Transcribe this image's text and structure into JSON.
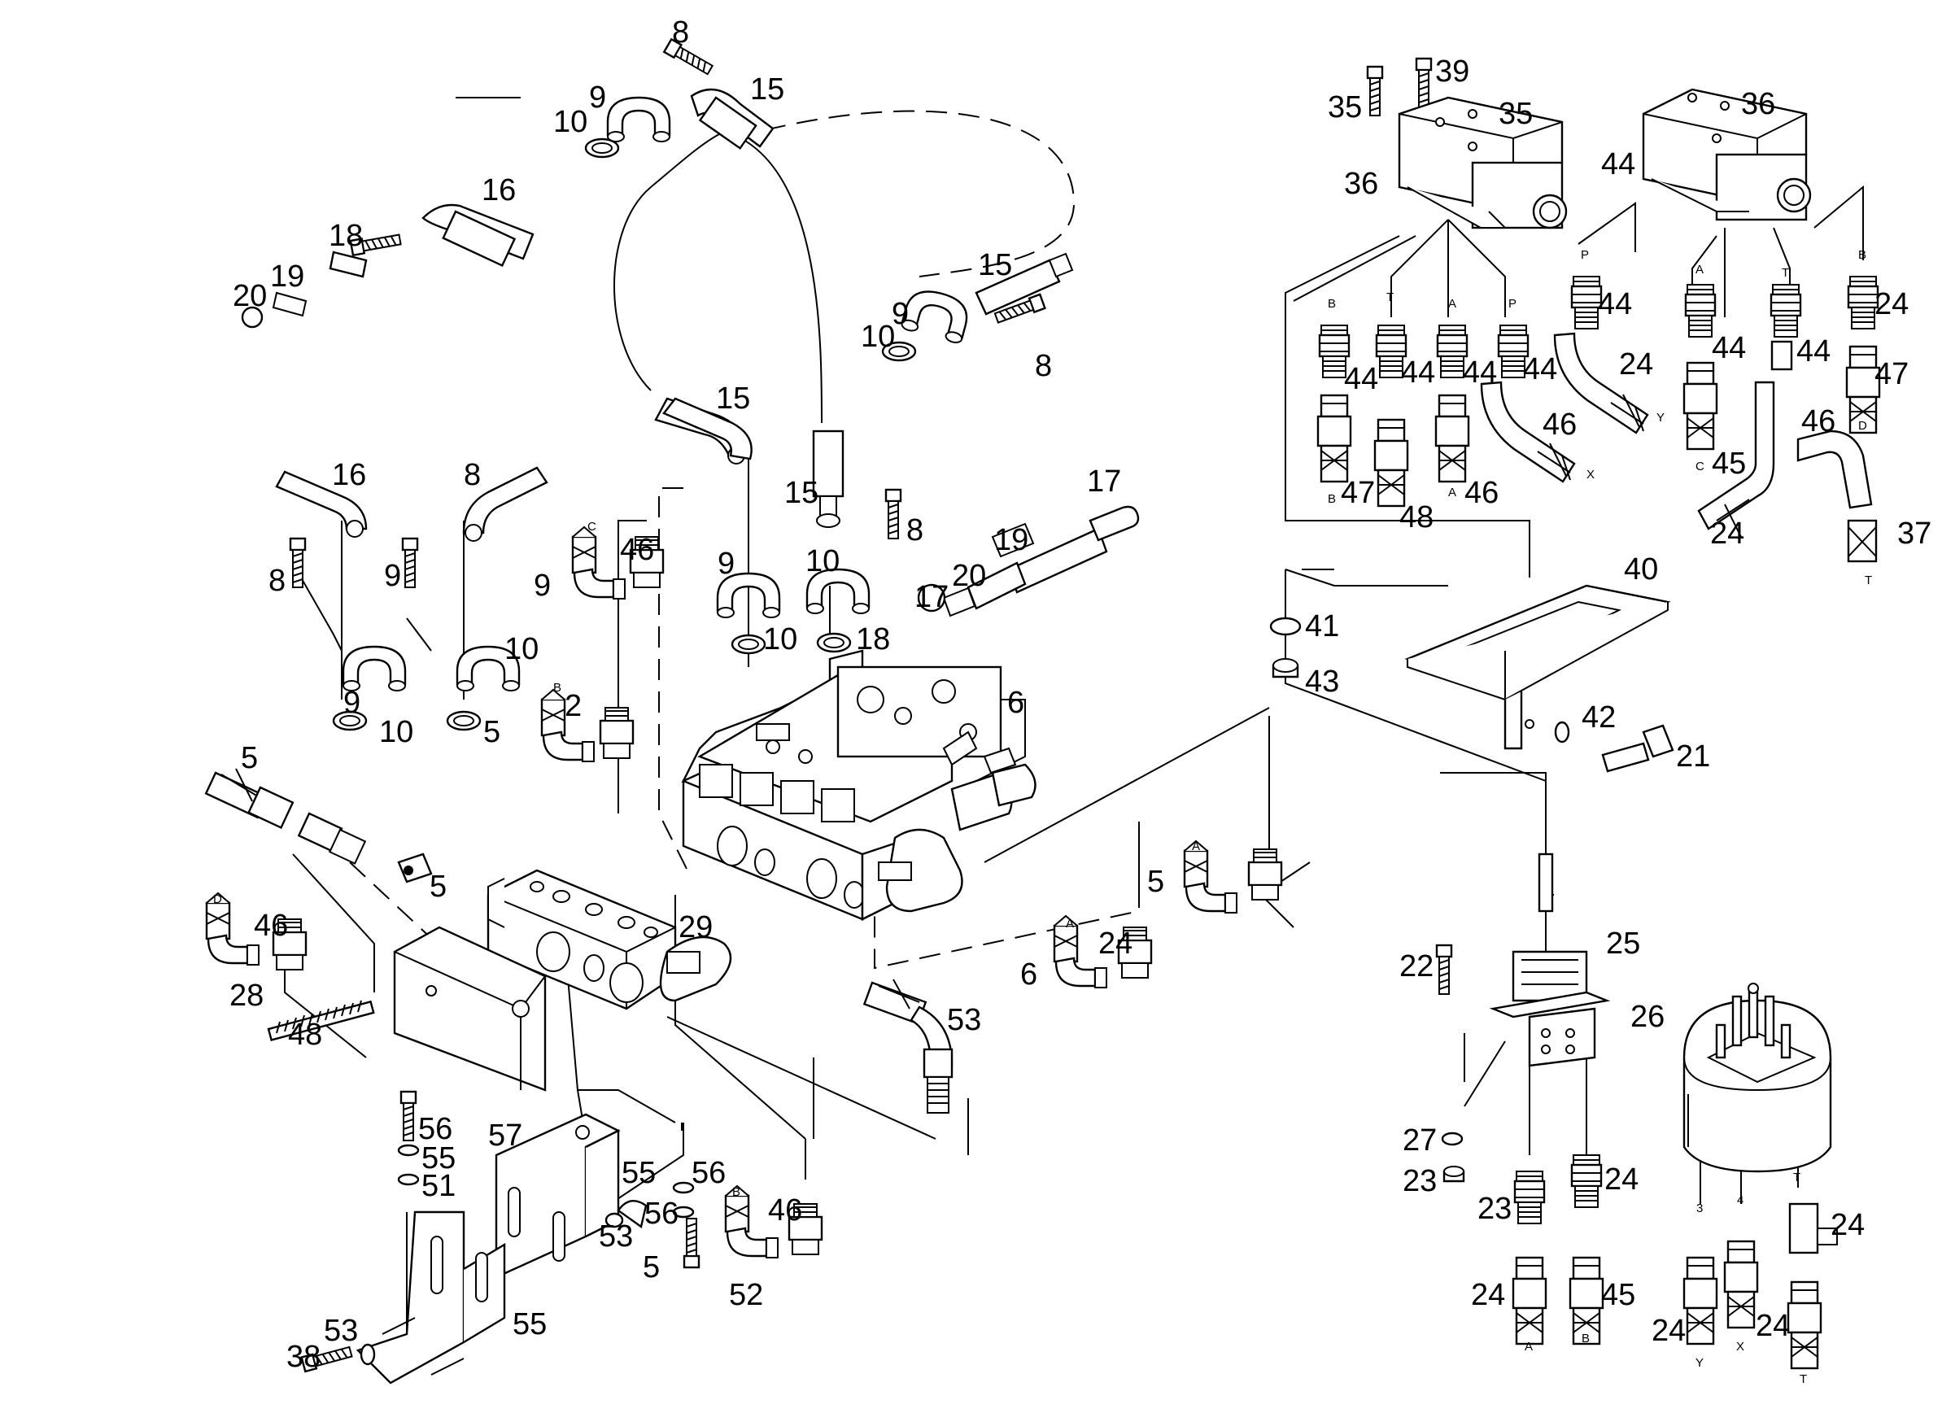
{
  "drawing": {
    "labels": [
      {
        "id": "l-8a",
        "text": "8"
      },
      {
        "id": "l-15a",
        "text": "15"
      },
      {
        "id": "l-9a",
        "text": "9"
      },
      {
        "id": "l-10a",
        "text": "10"
      },
      {
        "id": "l-16a",
        "text": "16"
      },
      {
        "id": "l-18a",
        "text": "18"
      },
      {
        "id": "l-19a",
        "text": "19"
      },
      {
        "id": "l-20a",
        "text": "20"
      },
      {
        "id": "l-15b",
        "text": "15"
      },
      {
        "id": "l-9b",
        "text": "9"
      },
      {
        "id": "l-10b",
        "text": "10"
      },
      {
        "id": "l-8b",
        "text": "8"
      },
      {
        "id": "l-15c",
        "text": "15"
      },
      {
        "id": "l-15d",
        "text": "15"
      },
      {
        "id": "l-8c",
        "text": "8"
      },
      {
        "id": "l-17a",
        "text": "17"
      },
      {
        "id": "l-16b",
        "text": "16"
      },
      {
        "id": "l-8d",
        "text": "8"
      },
      {
        "id": "l-8e",
        "text": "8"
      },
      {
        "id": "l-9c",
        "text": "9"
      },
      {
        "id": "l-9d",
        "text": "9"
      },
      {
        "id": "l-10c",
        "text": "10"
      },
      {
        "id": "l-10d",
        "text": "10"
      },
      {
        "id": "l-5a",
        "text": "5"
      },
      {
        "id": "l-46a",
        "text": "46"
      },
      {
        "id": "l-9e",
        "text": "9"
      },
      {
        "id": "l-9f",
        "text": "9"
      },
      {
        "id": "l-10e",
        "text": "10"
      },
      {
        "id": "l-10f",
        "text": "10"
      },
      {
        "id": "l-18b",
        "text": "18"
      },
      {
        "id": "l-19b",
        "text": "19"
      },
      {
        "id": "l-20b",
        "text": "20"
      },
      {
        "id": "l-17b",
        "text": "17"
      },
      {
        "id": "l-24a",
        "text": "24"
      },
      {
        "id": "l-2",
        "text": "2"
      },
      {
        "id": "l-6a",
        "text": "6"
      },
      {
        "id": "l-5b",
        "text": "5"
      },
      {
        "id": "l-5c",
        "text": "5"
      },
      {
        "id": "l-46b",
        "text": "46"
      },
      {
        "id": "l-28",
        "text": "28"
      },
      {
        "id": "l-29",
        "text": "29"
      },
      {
        "id": "l-48a",
        "text": "48"
      },
      {
        "id": "l-5d",
        "text": "5"
      },
      {
        "id": "l-24b",
        "text": "24"
      },
      {
        "id": "l-6b",
        "text": "6"
      },
      {
        "id": "l-53a",
        "text": "53"
      },
      {
        "id": "l-56a",
        "text": "56"
      },
      {
        "id": "l-55a",
        "text": "55"
      },
      {
        "id": "l-51",
        "text": "51"
      },
      {
        "id": "l-57",
        "text": "57"
      },
      {
        "id": "l-55b",
        "text": "55"
      },
      {
        "id": "l-56b",
        "text": "56"
      },
      {
        "id": "l-56c",
        "text": "56"
      },
      {
        "id": "l-53b",
        "text": "53"
      },
      {
        "id": "l-5e",
        "text": "5"
      },
      {
        "id": "l-46c",
        "text": "46"
      },
      {
        "id": "l-52",
        "text": "52"
      },
      {
        "id": "l-55c",
        "text": "55"
      },
      {
        "id": "l-53c",
        "text": "53"
      },
      {
        "id": "l-38",
        "text": "38"
      },
      {
        "id": "l-39",
        "text": "39"
      },
      {
        "id": "l-35a",
        "text": "35"
      },
      {
        "id": "l-35b",
        "text": "35"
      },
      {
        "id": "l-36a",
        "text": "36"
      },
      {
        "id": "l-36b",
        "text": "36"
      },
      {
        "id": "l-44a",
        "text": "44"
      },
      {
        "id": "l-44b",
        "text": "44"
      },
      {
        "id": "l-44c",
        "text": "44"
      },
      {
        "id": "l-44d",
        "text": "44"
      },
      {
        "id": "l-44e",
        "text": "44"
      },
      {
        "id": "l-44f",
        "text": "44"
      },
      {
        "id": "l-44g",
        "text": "44"
      },
      {
        "id": "l-44h",
        "text": "44"
      },
      {
        "id": "l-24c",
        "text": "24"
      },
      {
        "id": "l-24d",
        "text": "24"
      },
      {
        "id": "l-46d",
        "text": "46"
      },
      {
        "id": "l-47a",
        "text": "47"
      },
      {
        "id": "l-48b",
        "text": "48"
      },
      {
        "id": "l-46e",
        "text": "46"
      },
      {
        "id": "l-45a",
        "text": "45"
      },
      {
        "id": "l-46f",
        "text": "46"
      },
      {
        "id": "l-47b",
        "text": "47"
      },
      {
        "id": "l-24e",
        "text": "24"
      },
      {
        "id": "l-37",
        "text": "37"
      },
      {
        "id": "l-40",
        "text": "40"
      },
      {
        "id": "l-41",
        "text": "41"
      },
      {
        "id": "l-43",
        "text": "43"
      },
      {
        "id": "l-42",
        "text": "42"
      },
      {
        "id": "l-21",
        "text": "21"
      },
      {
        "id": "l-25",
        "text": "25"
      },
      {
        "id": "l-22",
        "text": "22"
      },
      {
        "id": "l-26",
        "text": "26"
      },
      {
        "id": "l-27",
        "text": "27"
      },
      {
        "id": "l-23a",
        "text": "23"
      },
      {
        "id": "l-23b",
        "text": "23"
      },
      {
        "id": "l-24f",
        "text": "24"
      },
      {
        "id": "l-24g",
        "text": "24"
      },
      {
        "id": "l-45b",
        "text": "45"
      },
      {
        "id": "l-24h",
        "text": "24"
      },
      {
        "id": "l-24i",
        "text": "24"
      },
      {
        "id": "l-24j",
        "text": "24"
      }
    ],
    "port_labels": [
      {
        "id": "p-c1",
        "text": "C"
      },
      {
        "id": "p-b1",
        "text": "B"
      },
      {
        "id": "p-d1",
        "text": "D"
      },
      {
        "id": "p-a1",
        "text": "A"
      },
      {
        "id": "p-a2",
        "text": "A"
      },
      {
        "id": "p-b2",
        "text": "B"
      },
      {
        "id": "p-B3",
        "text": "B"
      },
      {
        "id": "p-T1",
        "text": "T"
      },
      {
        "id": "p-A3",
        "text": "A"
      },
      {
        "id": "p-P1",
        "text": "P"
      },
      {
        "id": "p-P2",
        "text": "P"
      },
      {
        "id": "p-A4",
        "text": "A"
      },
      {
        "id": "p-T2",
        "text": "T"
      },
      {
        "id": "p-B4",
        "text": "B"
      },
      {
        "id": "p-B5",
        "text": "B"
      },
      {
        "id": "p-A5",
        "text": "A"
      },
      {
        "id": "p-X1",
        "text": "X"
      },
      {
        "id": "p-Y1",
        "text": "Y"
      },
      {
        "id": "p-C2",
        "text": "C"
      },
      {
        "id": "p-D2",
        "text": "D"
      },
      {
        "id": "p-T3",
        "text": "T"
      },
      {
        "id": "p-A6",
        "text": "A"
      },
      {
        "id": "p-B6",
        "text": "B"
      },
      {
        "id": "p-3",
        "text": "3"
      },
      {
        "id": "p-4",
        "text": "4"
      },
      {
        "id": "p-T4",
        "text": "T"
      },
      {
        "id": "p-Y2",
        "text": "Y"
      },
      {
        "id": "p-X2",
        "text": "X"
      },
      {
        "id": "p-T5",
        "text": "T"
      }
    ]
  }
}
